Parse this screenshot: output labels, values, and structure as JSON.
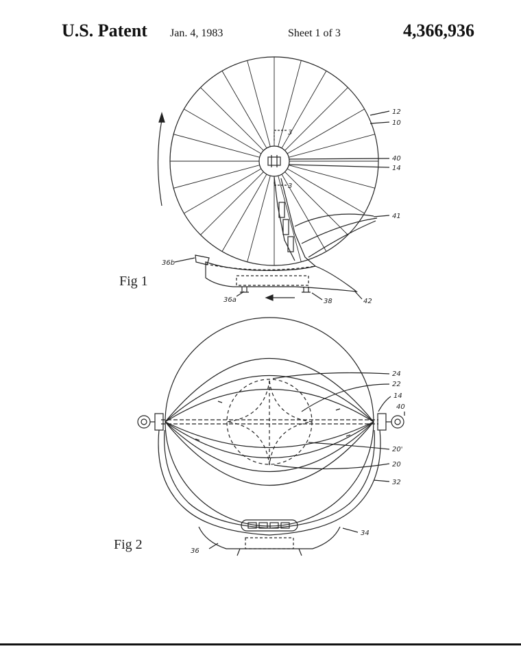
{
  "header": {
    "title": "U.S. Patent",
    "date": "Jan. 4, 1983",
    "sheet": "Sheet 1 of 3",
    "patent_number": "4,366,936"
  },
  "figures": {
    "fig1": {
      "label": "Fig 1",
      "refs": {
        "r12": "12",
        "r10": "10",
        "r3a": "3",
        "r40": "40",
        "r14": "14",
        "r3b": "3",
        "r41": "41",
        "r36b": "36b",
        "r36a": "36a",
        "r38": "38",
        "r42": "42"
      }
    },
    "fig2": {
      "label": "Fig 2",
      "refs": {
        "r24": "24",
        "r22": "22",
        "r14": "14",
        "r40": "40",
        "r20p": "20'",
        "r20": "20",
        "r32": "32",
        "r34": "34",
        "r36": "36"
      }
    }
  }
}
